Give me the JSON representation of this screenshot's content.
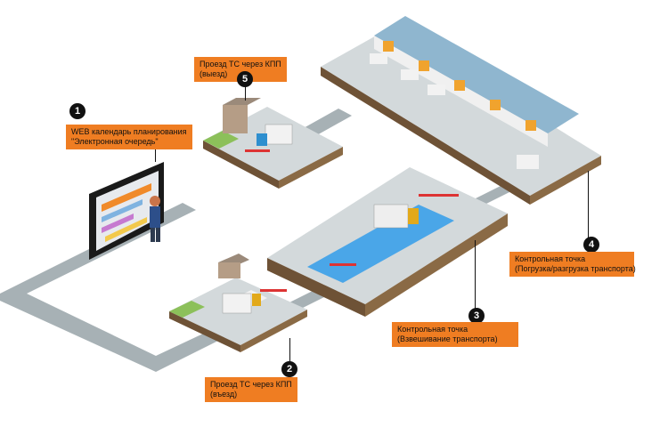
{
  "steps": [
    {
      "number": "1",
      "line1": "WEB календарь планирования",
      "line2": "\"Электронная очередь\""
    },
    {
      "number": "2",
      "line1": "Проезд ТС через КПП",
      "line2": "(въезд)"
    },
    {
      "number": "3",
      "line1": "Контрольная точка",
      "line2": "(Взвешивание транспорта)"
    },
    {
      "number": "4",
      "line1": "Контрольная точка",
      "line2": "(Погрузка/разгрузка транспорта)"
    },
    {
      "number": "5",
      "line1": "Проезд ТС через КПП",
      "line2": "(выезд)"
    }
  ],
  "colors": {
    "label_bg": "#ef7d22",
    "road": "#a7b1b5",
    "platform_top": "#d3d9db",
    "platform_side": "#6e5236",
    "grass": "#8cc05a",
    "scale": "#4aa6e8",
    "warehouse_roof": "#8fb6cf",
    "warehouse_wall": "#f0f0f0",
    "warehouse_door": "#f0a32e"
  }
}
